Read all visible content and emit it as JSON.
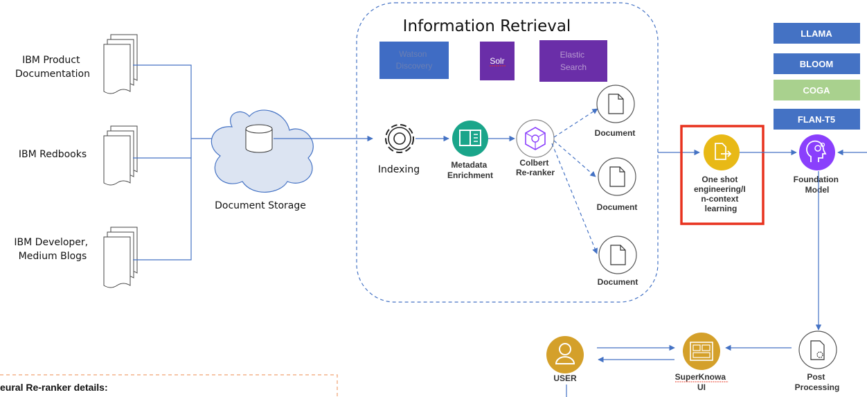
{
  "sources": [
    {
      "label_lines": [
        "IBM Product",
        "Documentation"
      ]
    },
    {
      "label_lines": [
        "IBM Redbooks"
      ]
    },
    {
      "label_lines": [
        "IBM Developer,",
        "Medium Blogs"
      ]
    }
  ],
  "storage": {
    "label": "Document Storage"
  },
  "retrieval": {
    "title": "Information Retrieval",
    "engines": [
      {
        "label_lines": [
          "Watson",
          "Discovery"
        ],
        "color": "#3f6cc4",
        "text_color": "#6b7fb3"
      },
      {
        "label_lines": [
          "Solr"
        ],
        "color": "#6a2ea8",
        "text_color": "#ffffff"
      },
      {
        "label_lines": [
          "Elastic",
          "Search"
        ],
        "color": "#6a2ea8",
        "text_color": "#b89bd1"
      }
    ],
    "steps": {
      "indexing": "Indexing",
      "metadata": [
        "Metadata",
        "Enrichment"
      ],
      "colbert": [
        "Colbert",
        "Re-ranker"
      ]
    },
    "documents": [
      "Document",
      "Document",
      "Document"
    ]
  },
  "one_shot": {
    "label_lines": [
      "One shot",
      "engineering/I",
      "n-context",
      "learning"
    ]
  },
  "foundation": {
    "label_lines": [
      "Foundation",
      "Model"
    ]
  },
  "models": [
    {
      "label": "LLAMA",
      "color": "#4472c4"
    },
    {
      "label": "BLOOM",
      "color": "#4472c4"
    },
    {
      "label": "COGA",
      "color": "#a9d18e"
    },
    {
      "label": "FLAN-T5",
      "color": "#4472c4"
    }
  ],
  "post": {
    "label_lines": [
      "Post",
      "Processing"
    ]
  },
  "ui": {
    "label_lines": [
      "SuperKnowa",
      "UI"
    ]
  },
  "user": {
    "label": "USER"
  },
  "details": {
    "heading": "eural Re-ranker details:"
  },
  "colors": {
    "arrow": "#4472c4",
    "highlight": "#e8321e",
    "teal": "#1aa58a",
    "purple": "#8a3ffc",
    "yellow": "#e8b916",
    "gold": "#d4a02a",
    "cloud": "#dce4f2"
  }
}
